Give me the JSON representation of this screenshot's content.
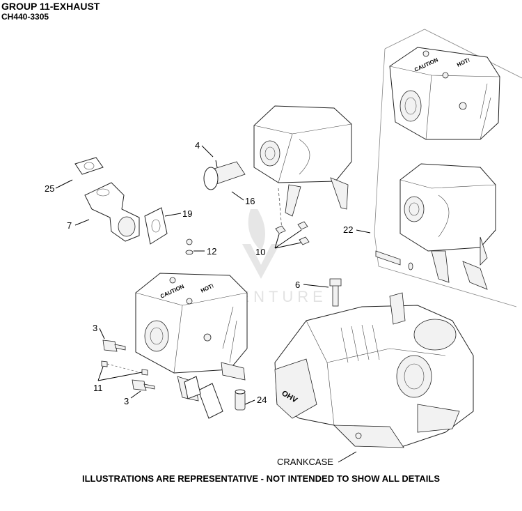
{
  "header": {
    "group_title": "GROUP 11-EXHAUST",
    "model": "CH440-3305"
  },
  "callouts": {
    "c25": "25",
    "c7": "7",
    "c19": "19",
    "c4": "4",
    "c16": "16",
    "c12": "12",
    "c10": "10",
    "c22": "22",
    "c6": "6",
    "c3a": "3",
    "c11": "11",
    "c3b": "3",
    "c24": "24",
    "crankcase": "CRANKCASE"
  },
  "muffler_text": {
    "caution": "CAUTION",
    "hot": "HOT!"
  },
  "engine_text": {
    "ohv": "OHV"
  },
  "watermark": "ADVENTURE",
  "footer": {
    "disclaimer": "ILLUSTRATIONS ARE REPRESENTATIVE - NOT INTENDED TO SHOW ALL DETAILS"
  }
}
